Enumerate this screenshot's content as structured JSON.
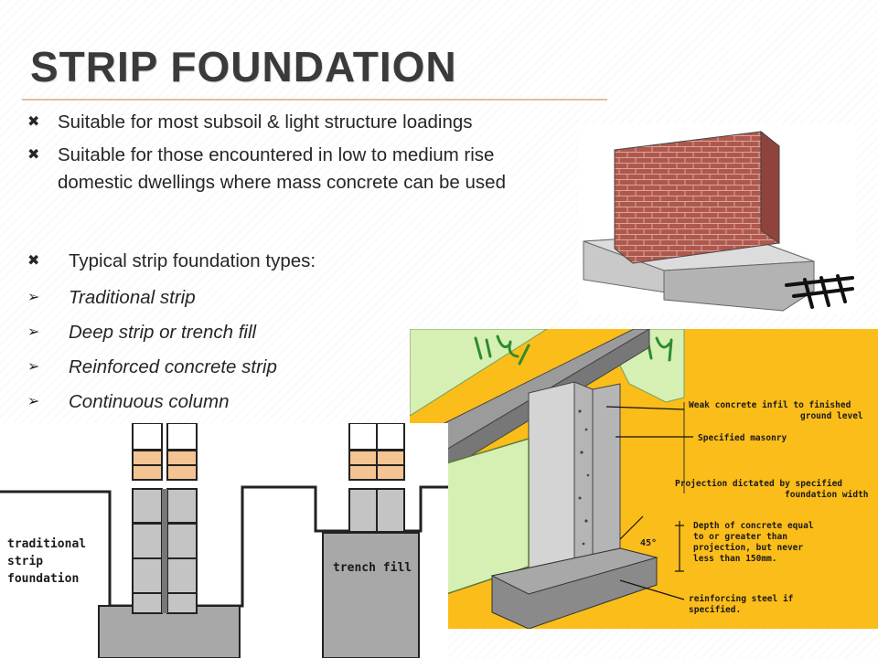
{
  "slide": {
    "title": "Strip Foundation",
    "bullets": [
      "Suitable for most subsoil  & light structure loadings",
      "Suitable for those encountered in low to medium rise domestic dwellings where mass concrete can be used",
      "Typical strip foundation types:"
    ],
    "bullet_marker": "✖",
    "sub_marker": "➢",
    "types": [
      "Traditional strip",
      "Deep strip or trench fill",
      "Reinforced concrete strip",
      "Continuous column"
    ]
  },
  "diagram_left": {
    "label_traditional": [
      "traditional",
      "strip",
      "foundation"
    ],
    "label_trench": "trench fill"
  },
  "diagram_right": {
    "callouts": [
      [
        "Weak concrete infil to finished",
        "ground level"
      ],
      [
        "Specified masonry"
      ],
      [
        "Projection dictated by specified",
        "foundation width"
      ],
      [
        "Depth of concrete equal",
        "to or greater than",
        "projection, but never",
        "less than 150mm."
      ],
      [
        "reinforcing steel if",
        "specified."
      ]
    ],
    "angle_label": "45°"
  },
  "colors": {
    "title": "#3a3a3a",
    "rule": "#e7bda3",
    "brick": "#b0584e",
    "concrete": "#c9c9c9",
    "yellow": "#fbbd19",
    "grass": "#d6f0b4"
  }
}
